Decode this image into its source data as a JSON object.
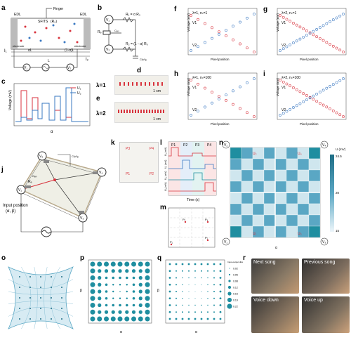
{
  "panels": {
    "a": "a",
    "b": "b",
    "c": "c",
    "d": "d",
    "e": "e",
    "f": "f",
    "g": "g",
    "h": "h",
    "i": "i",
    "j": "j",
    "k": "k",
    "l": "l",
    "m": "m",
    "n": "n",
    "o": "o",
    "p": "p",
    "q": "q",
    "r": "r"
  },
  "a": {
    "edl_left": "EDL",
    "edl_right": "EDL",
    "finger": "Finger",
    "material": "SFITS",
    "r_label": "(R₀)",
    "electrode_left": "electrode",
    "electrode_right": "electrode",
    "seg_left": "αL",
    "seg_right": "(1-α)L",
    "length": "L",
    "i1": "I₁",
    "i2": "I₂",
    "v1": "V₁",
    "v2": "V₂"
  },
  "b": {
    "v1": "V₁",
    "v2": "V₂",
    "r1": "R₁ = α R₀",
    "r2": "R₂ = (1 - α) R₀",
    "re": "Rₑ",
    "cedl": "Cₑₓₗ",
    "cfinger": "Cfᵢₙᵍₑᵣ"
  },
  "c": {
    "ylabel": "Voltage (mV)",
    "xlabel": "α",
    "legend": [
      "U₁",
      "U₂"
    ]
  },
  "d": {
    "lambda": "λ=1",
    "scale": "1 cm"
  },
  "e": {
    "lambda": "λ=2",
    "scale": "1 cm"
  },
  "fghi": {
    "ylabel": "Voltage (mV)",
    "xlabel": "Pixel position",
    "f_title": "λ=1, nₛ=1",
    "g_title": "λ=2, nₛ=1",
    "h_title": "λ=1, nₛ=100",
    "i_title": "λ=2, nₛ=100",
    "v1": "V1",
    "v2": "V2"
  },
  "j": {
    "v1": "V₁",
    "v2": "V₂",
    "v3": "V₃",
    "v4": "V₄",
    "r": "Rₑ",
    "cedl": "Cₑₓₗ",
    "cfinger": "Cfᵢₙᵍₑᵣ",
    "input": "Input position",
    "coords": "(α, β)"
  },
  "k": {
    "p1": "P1",
    "p2": "P2",
    "p3": "P3",
    "p4": "P4"
  },
  "l": {
    "tabs": [
      "P1",
      "P2",
      "P3",
      "P4"
    ],
    "ylabels": [
      "U₁ (mV)",
      "U₂ (mV)",
      "U₃ (mV)",
      "U₄ (mV)"
    ],
    "xlabel": "Time (s)"
  },
  "m": {
    "labels": [
      "P₁",
      "P₂",
      "P₃",
      "P₄"
    ]
  },
  "n": {
    "corners": [
      "V₁",
      "V₂",
      "V₃",
      "V₄"
    ],
    "u": [
      "U₁",
      "U₂",
      "U₃",
      "U₄"
    ],
    "colorbar_title": "U (mV)",
    "cb_max": "24.5",
    "cb_mid": "20",
    "cb_min": "15",
    "xlabel": "α",
    "ylabel": "β"
  },
  "p": {
    "xlabel": "α",
    "ylabel": "β"
  },
  "q": {
    "xlabel": "α",
    "ylabel": "β",
    "legend_title": "Input-output distance",
    "legend": [
      "0.02",
      "0.05",
      "0.08",
      "0.12",
      "0.15",
      "0.19",
      "0.22"
    ]
  },
  "r": {
    "captions": [
      "Next song",
      "Previous song",
      "Voice down",
      "Voice up"
    ]
  },
  "colors": {
    "red": "#d8323c",
    "blue": "#3a78c2",
    "teal": "#1f8ea0",
    "light": "#cfe6ee"
  }
}
